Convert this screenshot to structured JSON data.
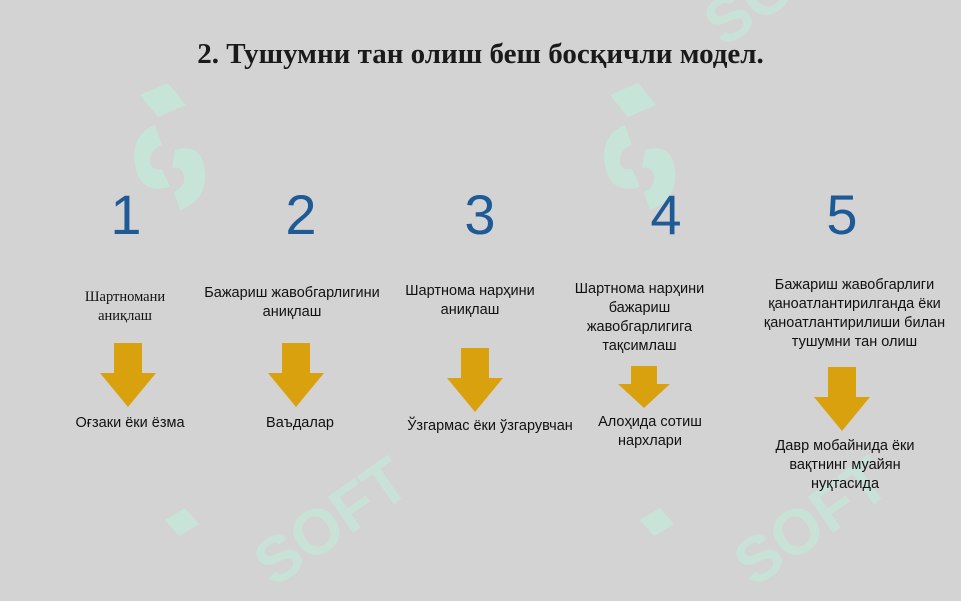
{
  "title": "2. Тушумни тан олиш беш босқичли модел.",
  "colors": {
    "background": "#d3d3d3",
    "number": "#1e5a96",
    "arrow": "#d9a10e",
    "watermark": "#c6e6d9"
  },
  "steps": [
    {
      "number": "1",
      "description": "Шартномани аниқлаш",
      "result": "Оғзаки ёки ёзма"
    },
    {
      "number": "2",
      "description": "Бажариш жавобгарлигини аниқлаш",
      "result": "Ваъдалар"
    },
    {
      "number": "3",
      "description": "Шартнома нарҳини аниқлаш",
      "result": "Ўзгармас ёки ўзгарувчан"
    },
    {
      "number": "4",
      "description": "Шартнома нарҳини бажариш жавобгарлигига тақсимлаш",
      "result": "Алоҳида сотиш нархлари"
    },
    {
      "number": "5",
      "description": "Бажариш жавобгарлиги қаноатлантирилганда ёки қаноатлантирилиши билан тушумни тан олиш",
      "result": "Давр мобайнида ёки вақтнинг муайян нуқтасида"
    }
  ],
  "watermark_text": "SOFT"
}
